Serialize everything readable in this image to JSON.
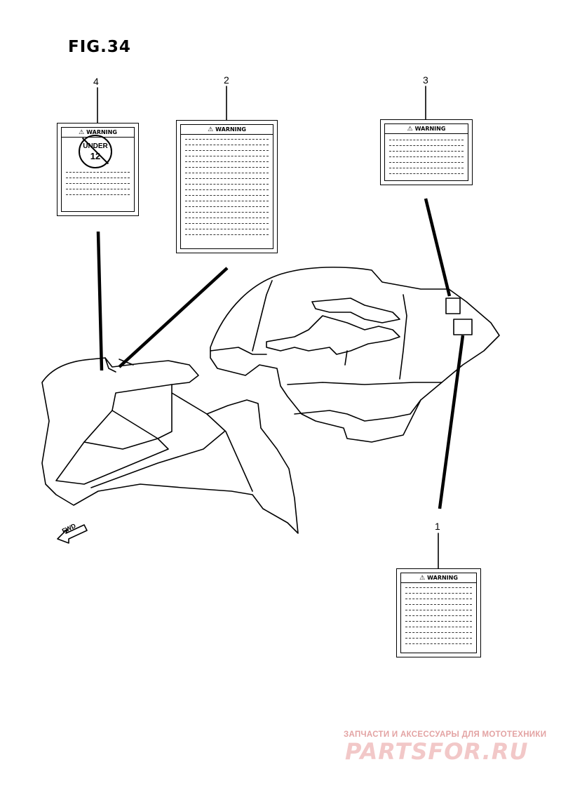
{
  "figure": {
    "title": "FIG.34"
  },
  "callouts": [
    {
      "id": "4",
      "label": "4"
    },
    {
      "id": "2",
      "label": "2"
    },
    {
      "id": "3",
      "label": "3"
    },
    {
      "id": "1",
      "label": "1"
    }
  ],
  "labels": {
    "label_4": {
      "heading": "WARNING",
      "badge_top": "UNDER",
      "badge_num": "12"
    },
    "label_2": {
      "heading": "WARNING"
    },
    "label_3": {
      "heading": "WARNING"
    },
    "label_1": {
      "heading": "WARNING"
    }
  },
  "direction_marker": {
    "text": "FWD"
  },
  "watermark": {
    "tagline": "ЗАПЧАСТИ И АКСЕССУАРЫ ДЛЯ МОТОТЕХНИКИ",
    "brand": "PARTSFOR.RU"
  },
  "colors": {
    "line": "#000000",
    "background": "#ffffff",
    "watermark": "#e3a3a3"
  }
}
